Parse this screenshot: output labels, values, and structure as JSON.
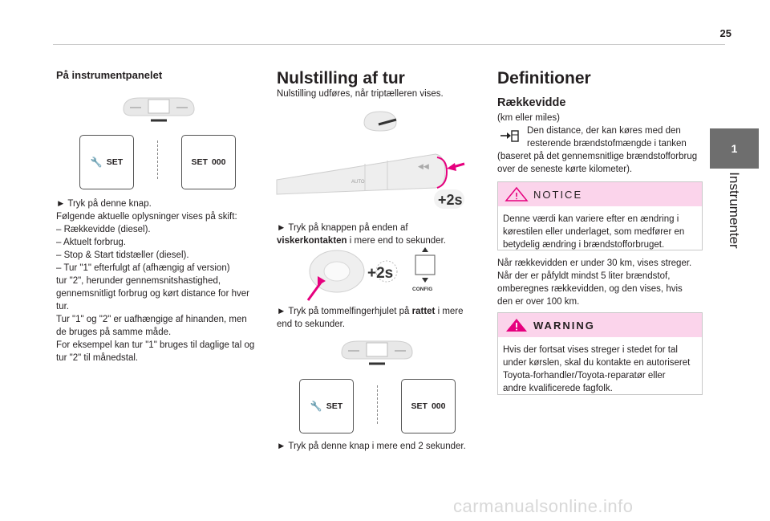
{
  "page": {
    "number": "25",
    "side_tab": "1",
    "side_label": "Instrumenter"
  },
  "col1": {
    "heading": "På instrumentpanelet",
    "set_button_label": "SET",
    "set_000_label": "SET",
    "set_000_value": "000",
    "body": "► Tryk på denne knap.\nFølgende aktuelle oplysninger vises på skift:\n– Rækkevidde (diesel).\n– Aktuelt forbrug.\n– Stop & Start tidstæller (diesel).\n– Tur \"1\" efterfulgt af (afhængig af version)\ntur \"2\", herunder gennemsnitshastighed,\ngennemsnitligt forbrug og kørt distance for hver\ntur.\nTur \"1\" og \"2\" er uafhængige af hinanden, men\nde bruges på samme måde.\nFor eksempel kan tur \"1\" bruges til daglige tal og\ntur \"2\" til månedstal."
  },
  "col2": {
    "heading": "Nulstilling af tur",
    "intro": "Nulstilling udføres, når triptælleren vises.",
    "plus2s": "+2s",
    "stalk_step_pre": "► Tryk på knappen på enden af",
    "stalk_step_bold": "viskerkontakten",
    "stalk_step_post": " i mere end to sekunder.",
    "config_label": "CONFIG",
    "wheel_step_pre": "► Tryk på tommelfingerhjulet på ",
    "wheel_step_bold": "rattet",
    "wheel_step_post": " i mere\nend to sekunder.",
    "set_button_label": "SET",
    "set_000_label": "SET",
    "set_000_value": "000",
    "final_step": "► Tryk på denne knap i mere end 2 sekunder."
  },
  "col3": {
    "heading": "Definitioner",
    "subheading": "Rækkevidde",
    "units": "(km eller miles)",
    "definition_indented": "Den distance, der kan køres med den\nresterende brændstofmængde i tanken",
    "definition_rest": "(baseret på det gennemsnitlige brændstofforbrug\nover de seneste kørte kilometer).",
    "notice_title": "NOTICE",
    "notice_body": "Denne værdi kan variere efter en ændring i\nkørestilen eller underlaget, som medfører en\nbetydelig ændring i brændstofforbruget.",
    "para": "Når rækkevidden er under 30 km, vises streger.\nNår der er påfyldt mindst 5 liter brændstof,\nomberegnes rækkevidden, og den vises, hvis\nden er over 100 km.",
    "warning_title": "WARNING",
    "warning_body": "Hvis der fortsat vises streger i stedet for tal\nunder kørslen, skal du kontakte en autoriseret\nToyota-forhandler/Toyota-reparatør eller\nandre kvalificerede fagfolk."
  },
  "watermark": "carmanualsonline.info",
  "colors": {
    "accent_pink": "#e6007e",
    "callout_bg": "#fbd4eb",
    "side_tab": "#6e6e6e"
  }
}
